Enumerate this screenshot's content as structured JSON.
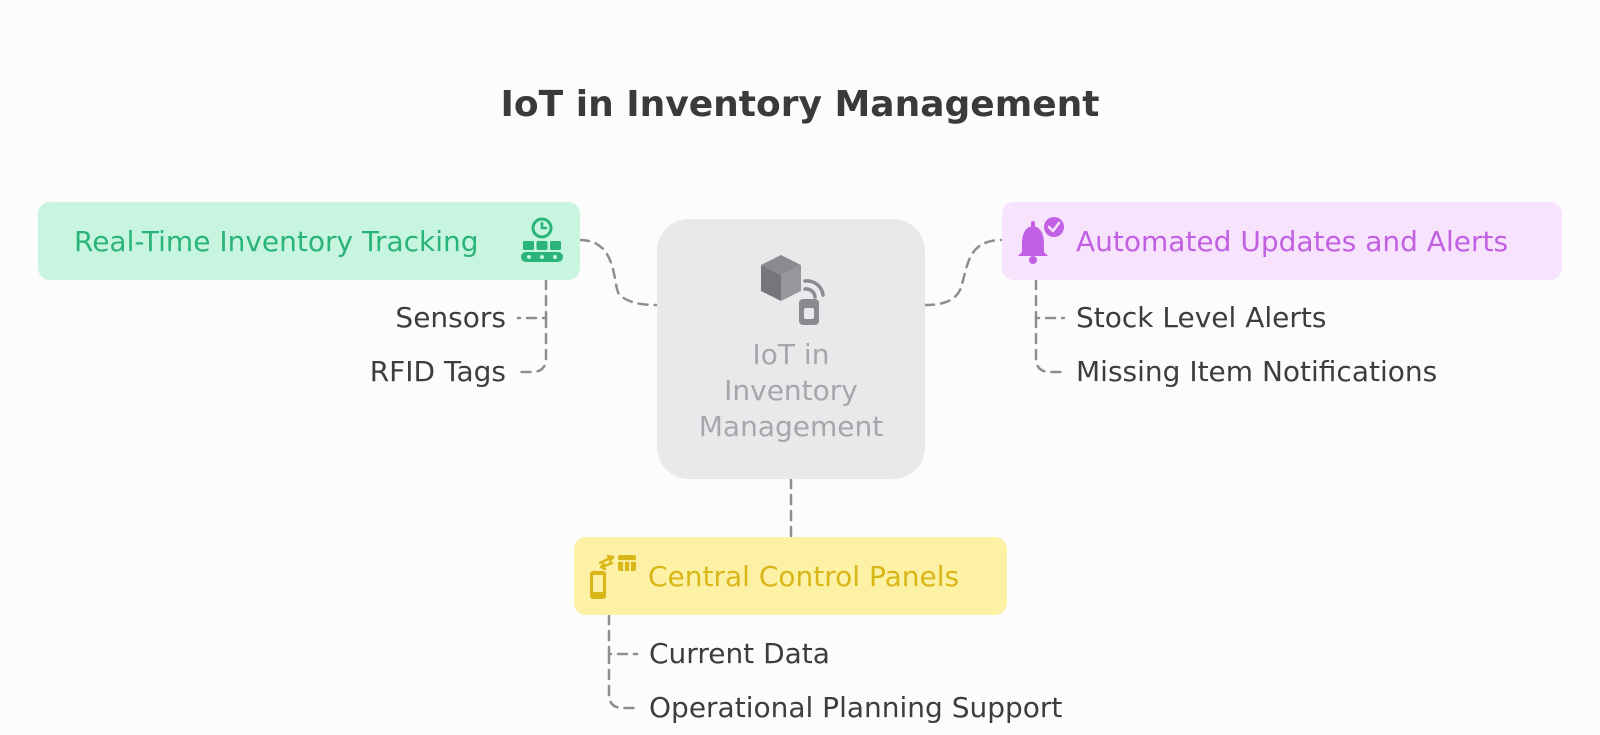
{
  "title": "IoT in Inventory Management",
  "center": {
    "label_lines": [
      "IoT in",
      "Inventory",
      "Management"
    ],
    "icon": "box-iot-icon"
  },
  "branches": {
    "tracking": {
      "label": "Real-Time Inventory Tracking",
      "icon": "conveyor-clock-icon",
      "color": "#2bb47a",
      "background": "#c7f5e0",
      "items": [
        "Sensors",
        "RFID Tags"
      ]
    },
    "alerts": {
      "label": "Automated Updates and Alerts",
      "icon": "bell-check-icon",
      "color": "#c160e3",
      "background": "#f7e3fc",
      "items": [
        "Stock Level Alerts",
        "Missing Item Notifications"
      ]
    },
    "panels": {
      "label": "Central Control Panels",
      "icon": "phone-dashboard-icon",
      "color": "#d9b718",
      "background": "#fdf1a5",
      "items": [
        "Current Data",
        "Operational Planning Support"
      ]
    }
  }
}
